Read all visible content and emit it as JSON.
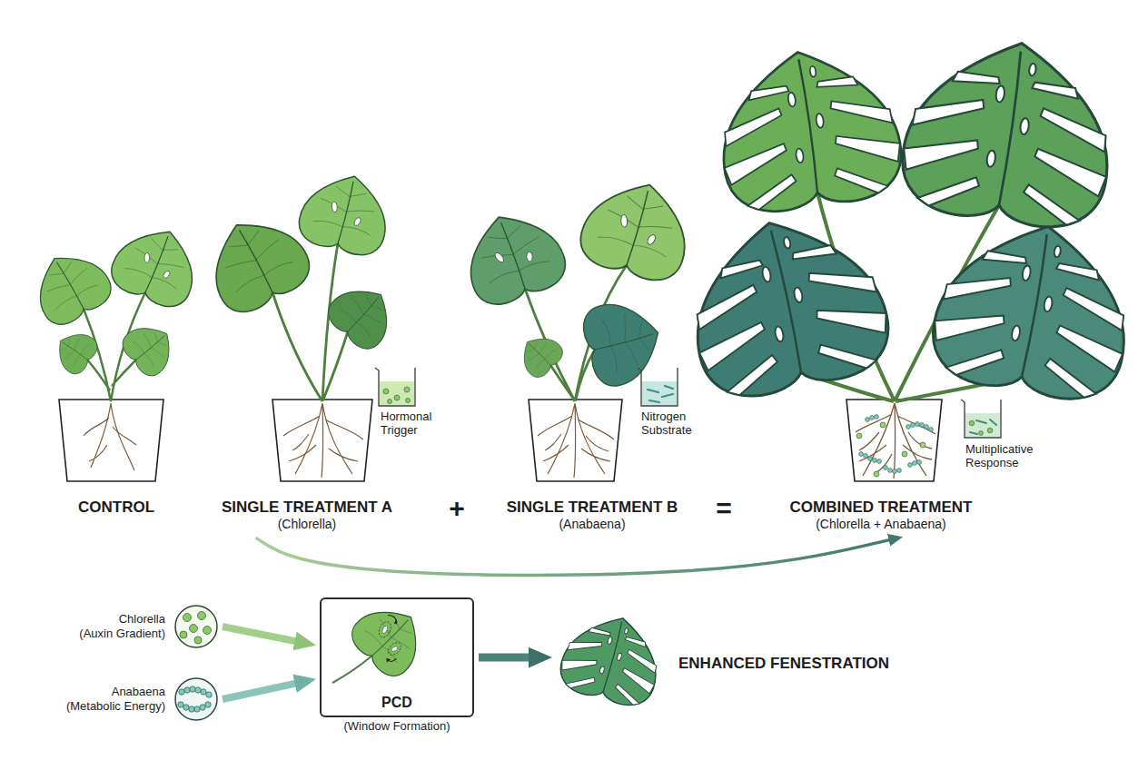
{
  "diagram": {
    "nodes": [
      {
        "text": [
          "CONTROL"
        ]
      },
      {
        "text": [
          "SINGLE TREATMENT A",
          "(Chlorella)"
        ]
      },
      {
        "text": [
          "SINGLE TREATMENT B",
          "(Anabaena)"
        ]
      },
      {
        "text": [
          "COMBINED TREATMENT",
          "(Chlorella + Anabaena)"
        ]
      },
      {
        "text": [
          "Chlorella",
          "(Auxin Gradient)"
        ]
      },
      {
        "text": [
          "Anabaena",
          "(Metabolic Energy)"
        ]
      },
      {
        "text": [
          "PCD",
          "(Window Formation)"
        ]
      },
      {
        "text": [
          "ENHANCED FENESTRATION"
        ]
      }
    ],
    "edges": [
      {
        "from": 1,
        "to": 3,
        "arrow": "to"
      },
      {
        "from": 4,
        "to": 6,
        "arrow": "to"
      },
      {
        "from": 5,
        "to": 6,
        "arrow": "to"
      },
      {
        "from": 6,
        "to": 7,
        "arrow": "to"
      }
    ],
    "labels": [
      "Hormonal Trigger",
      "Nitrogen Substrate",
      "Multiplicative Response",
      "+",
      "="
    ]
  }
}
